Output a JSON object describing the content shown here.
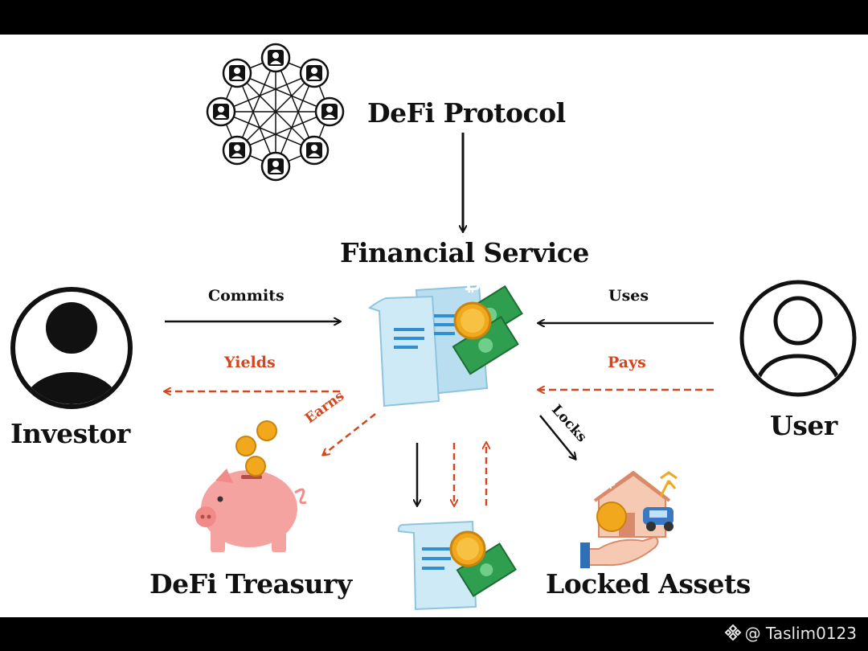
{
  "labels": {
    "protocol": "DeFi Protocol",
    "service": "Financial Service",
    "investor": "Investor",
    "user": "User",
    "treasury": "DeFi Treasury",
    "locked": "Locked Assets"
  },
  "edges": {
    "commits": "Commits",
    "yields": "Yields",
    "uses": "Uses",
    "pays": "Pays",
    "earns": "Earns",
    "locks": "Locks"
  },
  "coin_symbol": "₿",
  "dollar_symbol": "$",
  "watermark": "@ Taslim0123",
  "colors": {
    "orange": "#d6461e",
    "coin": "#f2a81d",
    "paper": "#cfeaf7",
    "cash": "#2f9e4f",
    "piggy": "#f5a3a0"
  }
}
